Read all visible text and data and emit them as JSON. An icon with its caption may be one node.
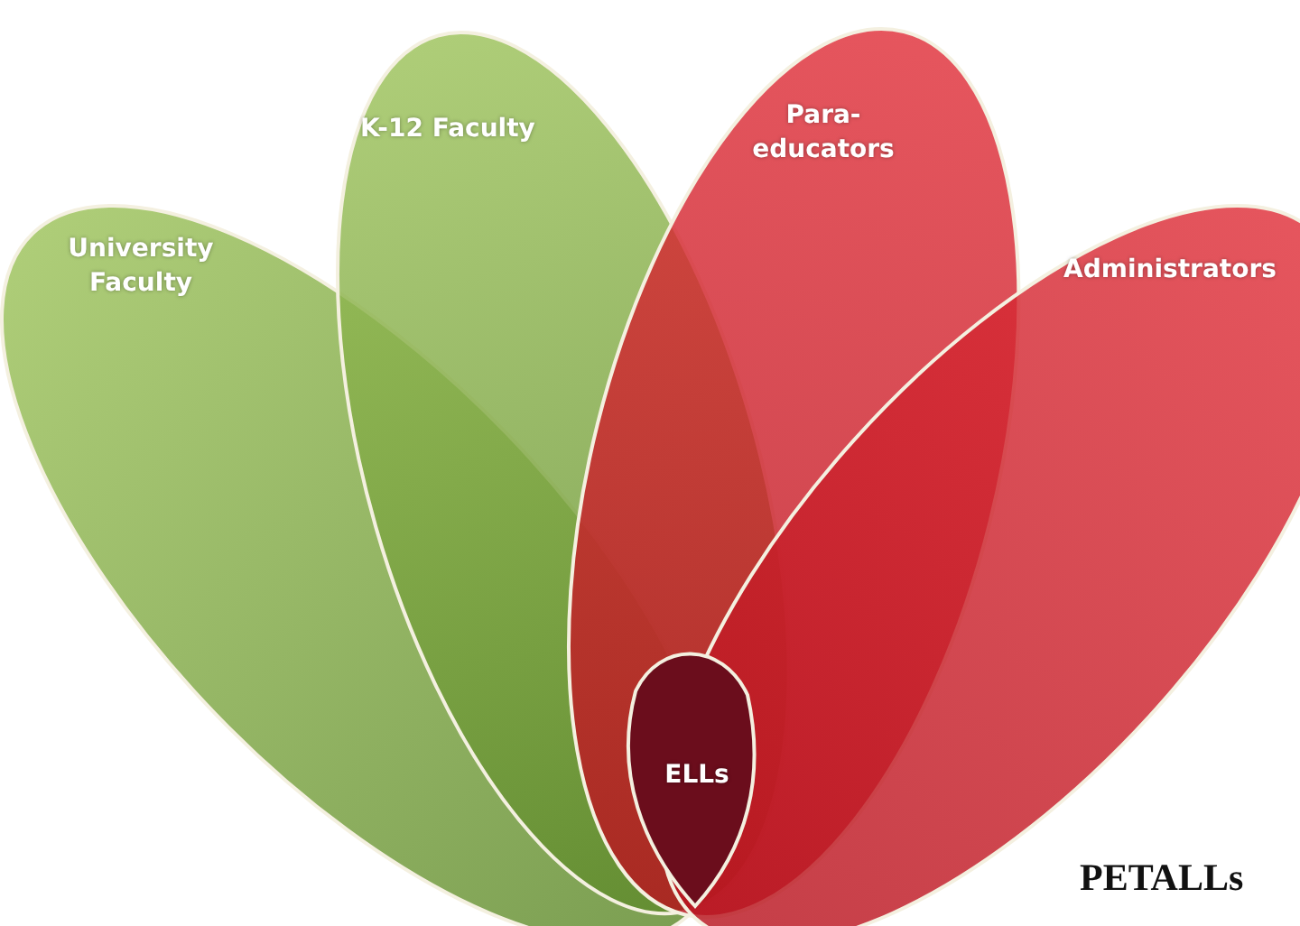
{
  "diagram": {
    "title": "PETALLs",
    "nodes": [
      {
        "text": [
          "University Faculty"
        ]
      },
      {
        "text": [
          "K-12 Faculty"
        ]
      },
      {
        "text": [
          "Para-educators"
        ]
      },
      {
        "text": [
          "Administrators"
        ]
      },
      {
        "text": [
          "ELLs"
        ]
      }
    ],
    "edges": []
  }
}
